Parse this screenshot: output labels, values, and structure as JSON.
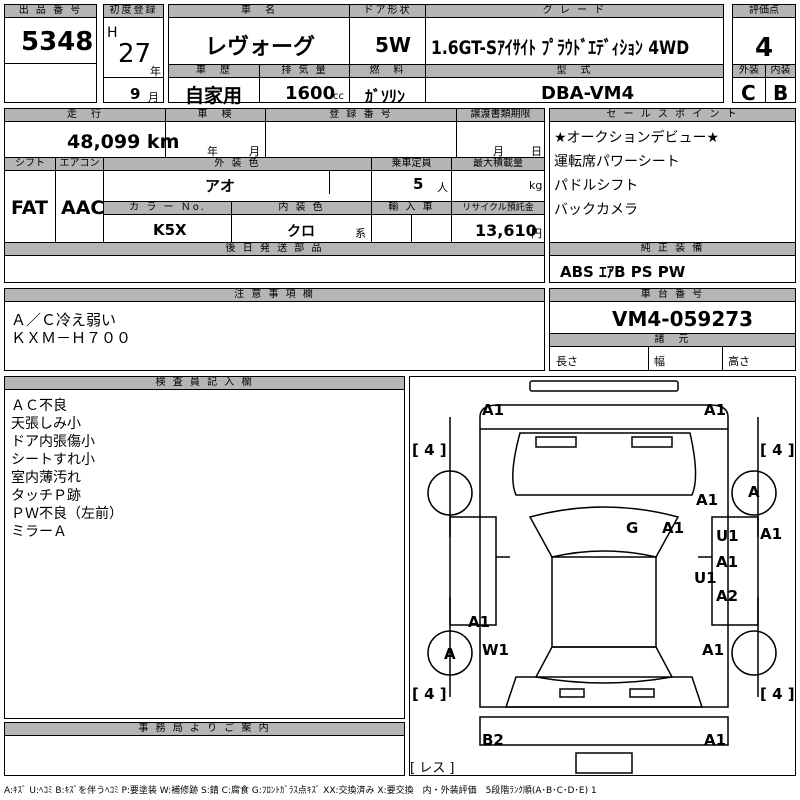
{
  "header": {
    "lot_no_label": "出 品 番 号",
    "lot_no": "5348",
    "first_reg_label": "初度登録",
    "era": "H",
    "reg_year": "27",
    "year_unit": "年",
    "reg_month": "9",
    "month_unit": "月",
    "car_name_label": "車　名",
    "car_name": "レヴォーグ",
    "door_label": "ドア形状",
    "door": "5W",
    "grade_label": "グ レ ー ド",
    "grade": "1.6GT-Sｱｲｻｲﾄ ﾌﾟﾗｳﾄﾞｴﾃﾞｨｼｮﾝ 4WD",
    "score_label": "評価点",
    "score": "4",
    "history_label": "車　歴",
    "history": "自家用",
    "displacement_label": "排 気 量",
    "displacement": "1600",
    "displacement_unit": "cc",
    "fuel_label": "燃　料",
    "fuel": "ｶﾞｿﾘﾝ",
    "model_code_label": "型　式",
    "model_code": "DBA-VM4",
    "exterior_label": "外装",
    "exterior": "C",
    "interior_label": "内装",
    "interior": "B"
  },
  "row2": {
    "mileage_label": "走　行",
    "mileage": "48,099 km",
    "inspection_label": "車　検",
    "insp_year_unit": "年",
    "insp_month_unit": "月",
    "reg_no_label": "登 録 番 号",
    "transfer_label": "譲渡書類期限",
    "transfer_month_unit": "月",
    "transfer_day_unit": "日",
    "shift_label": "シフト",
    "shift": "FAT",
    "ac_label": "エアコン",
    "ac": "AAC",
    "ext_color_label": "外 装 色",
    "ext_color": "アオ",
    "capacity_label": "乗車定員",
    "capacity": "5",
    "capacity_unit": "人",
    "max_load_label": "最大積載量",
    "max_load_unit": "kg",
    "color_no_label": "カ ラ ー Ｎo.",
    "color_no": "K5X",
    "int_color_label": "内 装 色",
    "int_color": "クロ",
    "int_color_suffix": "系",
    "import_label": "輸 入 車",
    "recycle_label": "リサイクル預託金",
    "recycle": "13,610",
    "recycle_unit": "円",
    "later_parts_label": "後 日 発 送 部 品"
  },
  "sales_points": {
    "label": "セ ー ル ス ポ イ ン ト",
    "items": [
      "★オークションデビュー★",
      "運転席パワーシート",
      "パドルシフト",
      "バックカメラ"
    ]
  },
  "equipment": {
    "label": "純 正 装 備",
    "value": "ABS ｴｱB PS PW"
  },
  "notes": {
    "label": "注 意 事 項 欄",
    "lines": [
      "Ａ／Ｃ冷え弱い",
      "ＫＸＭ－Ｈ７００"
    ]
  },
  "chassis": {
    "label": "車 台 番 号",
    "value": "VM4-059273",
    "spec_label": "諸　元",
    "length_label": "長さ",
    "width_label": "幅",
    "height_label": "高さ"
  },
  "inspector": {
    "label": "検 査 員 記 入 欄",
    "lines": [
      "ＡＣ不良",
      "天張しみ小",
      "ドア内張傷小",
      "シートすれ小",
      "室内薄汚れ",
      "タッチＰ跡",
      "ＰＷ不良（左前）",
      "ミラーＡ"
    ]
  },
  "office": {
    "label": "事 務 局 よ り ご 案 内"
  },
  "diagram": {
    "marks": {
      "top_left": "A1",
      "top_right": "A1",
      "tire_fl": "4",
      "tire_fr": "4",
      "tire_rl": "4",
      "tire_rr": "4",
      "wheel_fr": "A",
      "wheel_rl": "A",
      "fender_fr": "A1",
      "windshield": "G",
      "pillar_r": "A1",
      "door_r1": "U1",
      "door_r2": "A1",
      "door_r3": "U1",
      "door_r4": "A2",
      "mirror_r": "A1",
      "quarter_l": "A1",
      "rocker_l": "W1",
      "quarter_r": "A1",
      "bumper_rl": "B2",
      "bumper_rr": "A1",
      "spare": "レス"
    }
  },
  "legend": "A:ｷｽﾞ U:ﾍｺﾐ B:ｷｽﾞを伴うﾍｺﾐ P:要塗装 W:補修跡 S:錆 C:腐食 G:ﾌﾛﾝﾄｶﾞﾗｽ点ｷｽﾞ XX:交換済み X:要交換　内・外装評価　5段階ﾗﾝｸ順(A･B･C･D･E) 1"
}
